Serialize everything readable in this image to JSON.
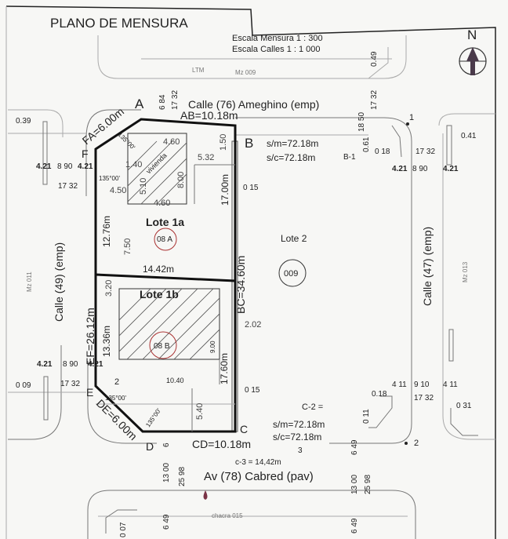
{
  "title": "PLANO DE MENSURA",
  "scale_mensura": "Escala Mensura  1 : 300",
  "scale_calles": "Escala Calles  1 : 1 000",
  "north": "N",
  "streets": {
    "top": "Calle (76) Ameghino (emp)",
    "bottom": "Av (78) Cabred (pav)",
    "left": "Calle (49) (emp)",
    "right": "Calle (47) (emp)"
  },
  "blocks": {
    "top": "Mz 009",
    "left": "Mz 011",
    "right": "Mz 013",
    "bottom": "chacra 015"
  },
  "vertices": {
    "A": "A",
    "B": "B",
    "C": "C",
    "D": "D",
    "E": "E",
    "F": "F"
  },
  "sides": {
    "AB": "AB=10.18m",
    "BC": "BC=34.60m",
    "CD": "CD=10.18m",
    "DE": "DE=6.00m",
    "EF": "EF=26.12m",
    "FA": "FA=6.00m"
  },
  "lots": {
    "lote1a": "Lote 1a",
    "lote1a_code": "08 A",
    "lote1b": "Lote 1b",
    "lote1b_code": "08 B",
    "lote2": "Lote 2",
    "lote2_code": "009",
    "vivienda": "vivienda"
  },
  "lot_dims": {
    "l1a_side": "12.76m",
    "l1b_side": "13.36m",
    "l1a_right": "17.00m",
    "l1b_right": "17.60m",
    "divider": "14.42m",
    "d750": "7.50",
    "d320": "3.20",
    "d460a": "4.60",
    "d460b": "4.60",
    "d140": "1.40",
    "d510": "5.10",
    "d800": "8.00",
    "d532": "5.32",
    "d150": "1.50",
    "d450": "4.50",
    "d202": "2.02",
    "d900": "9.00",
    "d1040": "10.40",
    "d540": "5.40",
    "angle1": "135°00'",
    "angle2": "135°00'",
    "angle3": "135°00'",
    "angle4": "135°00'"
  },
  "notes": {
    "b1_sm": "s/m=72.18m",
    "b1_sc": "s/c=72.18m",
    "b1": "B-1",
    "c2": "C-2 =",
    "c2_sm": "s/m=72.18m",
    "c2_sc": "s/c=72.18m",
    "c3": "c-3 = 14,42m",
    "p1": "1",
    "p2": "2",
    "p3": "3",
    "p_z": "2"
  },
  "street_dims": {
    "ltm": "LTM",
    "l039": "0.39",
    "l421a": "4.21",
    "l890a": "8 90",
    "l421b": "4.21",
    "l1732a": "17 32",
    "l421c": "4.21",
    "l890b": "8 90",
    "l421d": "4.21",
    "l1732b": "17 32",
    "l009": "0 09",
    "r041": "0.41",
    "r018": "0 18",
    "r1732a": "17 32",
    "r421a": "4.21",
    "r890": "8 90",
    "r421b": "4.21",
    "r411a": "4 11",
    "r910": "9 10",
    "r411b": "4 11",
    "r018b": "0.18",
    "r1732b": "17 32",
    "r031": "0 31",
    "t684": "6 84",
    "t1732": "17 32",
    "t1850": "18 50",
    "t1732b": "17 32",
    "t049": "0.49",
    "t061": "0.61",
    "b649a": "6 49",
    "b1300a": "13 00",
    "b2598a": "25 98",
    "b6": "6",
    "b649b": "6 49",
    "b1300b": "13 00",
    "b2598b": "25 98",
    "b649c": "6 49",
    "b011": "0 11",
    "b015a": "0 15",
    "b015b": "0 15",
    "b007": "0 07"
  }
}
